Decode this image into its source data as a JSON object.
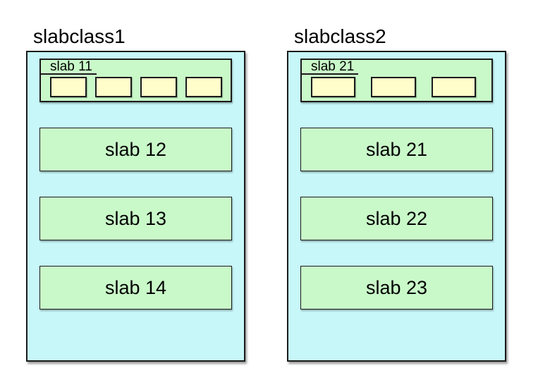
{
  "diagram": {
    "slabclasses": [
      {
        "title": "slabclass1",
        "header_slab": {
          "label": "slab 11",
          "chunk_count": 4
        },
        "slabs": [
          {
            "label": "slab 12"
          },
          {
            "label": "slab 13"
          },
          {
            "label": "slab 14"
          }
        ]
      },
      {
        "title": "slabclass2",
        "header_slab": {
          "label": "slab 21",
          "chunk_count": 3
        },
        "slabs": [
          {
            "label": "slab 21"
          },
          {
            "label": "slab 22"
          },
          {
            "label": "slab 23"
          }
        ]
      }
    ],
    "colors": {
      "slabclass_fill": "#c7f7f9",
      "slab_fill": "#c9f9c9",
      "chunk_fill": "#fffecb",
      "border": "#1b1b1b",
      "text": "#000000"
    }
  }
}
